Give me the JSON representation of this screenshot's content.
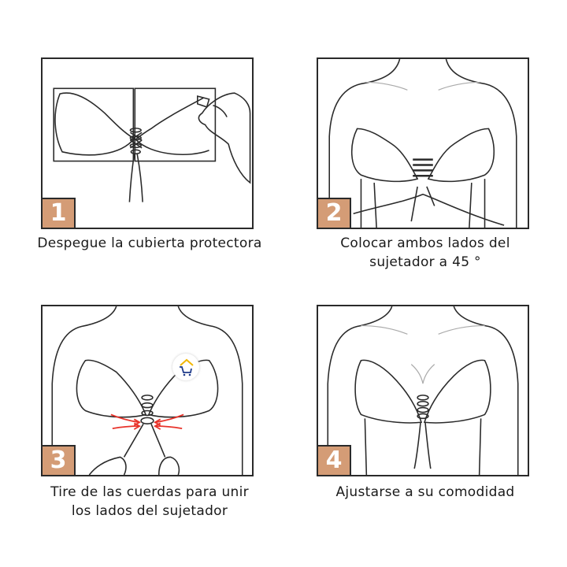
{
  "steps": [
    {
      "number": "1",
      "caption_line1": "Despegue la cubierta protectora",
      "caption_line2": ""
    },
    {
      "number": "2",
      "caption_line1": "Colocar ambos lados del",
      "caption_line2": "sujetador a 45 °"
    },
    {
      "number": "3",
      "caption_line1": "Tire de las cuerdas para unir",
      "caption_line2": "los lados del sujetador"
    },
    {
      "number": "4",
      "caption_line1": "Ajustarse a su comodidad",
      "caption_line2": ""
    }
  ],
  "colors": {
    "badge": "#d49c76",
    "arrows": "#e8332a",
    "logo_roof": "#f2b705",
    "logo_cart": "#1e3a8a",
    "outline": "#2a2a2a"
  },
  "icons": {
    "watermark": "house-cart-logo-icon"
  }
}
